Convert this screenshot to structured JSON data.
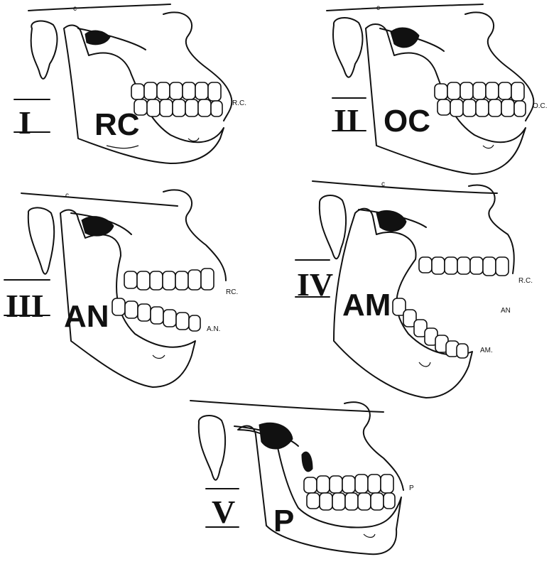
{
  "panels": [
    {
      "numeral": "I",
      "code": "RC",
      "labels": [
        "c",
        "R.C."
      ]
    },
    {
      "numeral": "II",
      "code": "OC",
      "labels": [
        "c",
        "O.C."
      ]
    },
    {
      "numeral": "III",
      "code": "AN",
      "labels": [
        "c",
        "RC.",
        "A.N."
      ]
    },
    {
      "numeral": "IV",
      "code": "AM",
      "labels": [
        "c",
        "R.C.",
        "AN",
        "AM."
      ]
    },
    {
      "numeral": "V",
      "code": "P",
      "labels": [
        "P"
      ]
    }
  ]
}
